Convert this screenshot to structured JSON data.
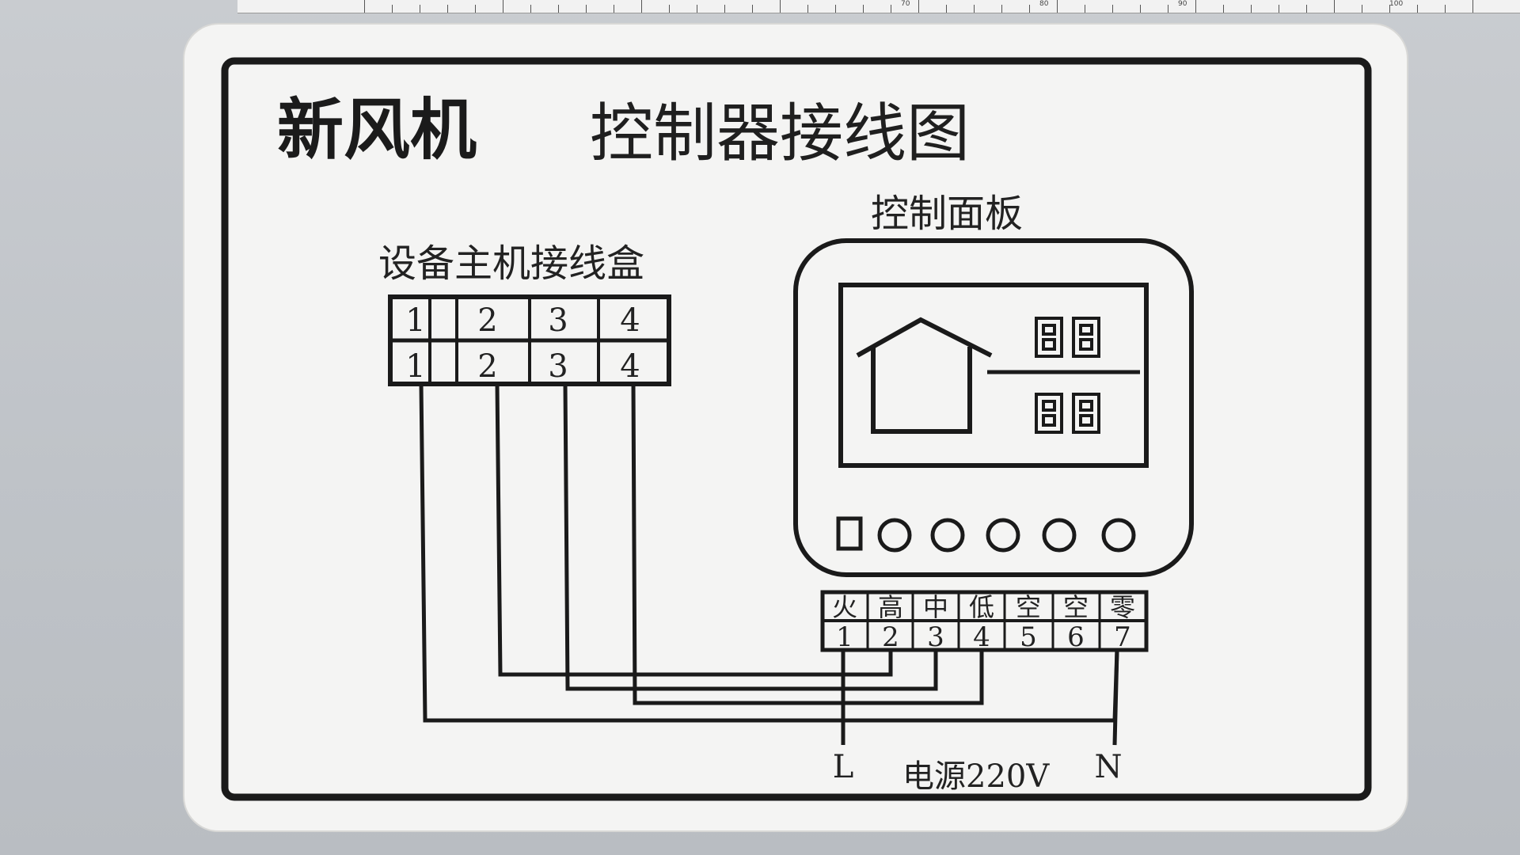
{
  "title": {
    "main": "新风机",
    "sub": "控制器接线图"
  },
  "junction_box": {
    "label": "设备主机接线盒",
    "top_row": [
      "1",
      "2",
      "3",
      "4"
    ],
    "bottom_row": [
      "1",
      "2",
      "3",
      "4"
    ]
  },
  "control_panel": {
    "label": "控制面板",
    "terminal_names": [
      "火",
      "高",
      "中",
      "低",
      "空",
      "空",
      "零"
    ],
    "terminal_numbers": [
      "1",
      "2",
      "3",
      "4",
      "5",
      "6",
      "7"
    ]
  },
  "power": {
    "live": "L",
    "neutral": "N",
    "label": "电源220V"
  },
  "ruler": {
    "numbers": [
      "70",
      "80",
      "90",
      "100"
    ]
  },
  "colors": {
    "line": "#1a1a1a",
    "card": "#f4f4f3",
    "background": "#c2c6cb"
  },
  "icons": [
    "house-icon",
    "seven-segment-display",
    "mode-button",
    "round-button"
  ]
}
